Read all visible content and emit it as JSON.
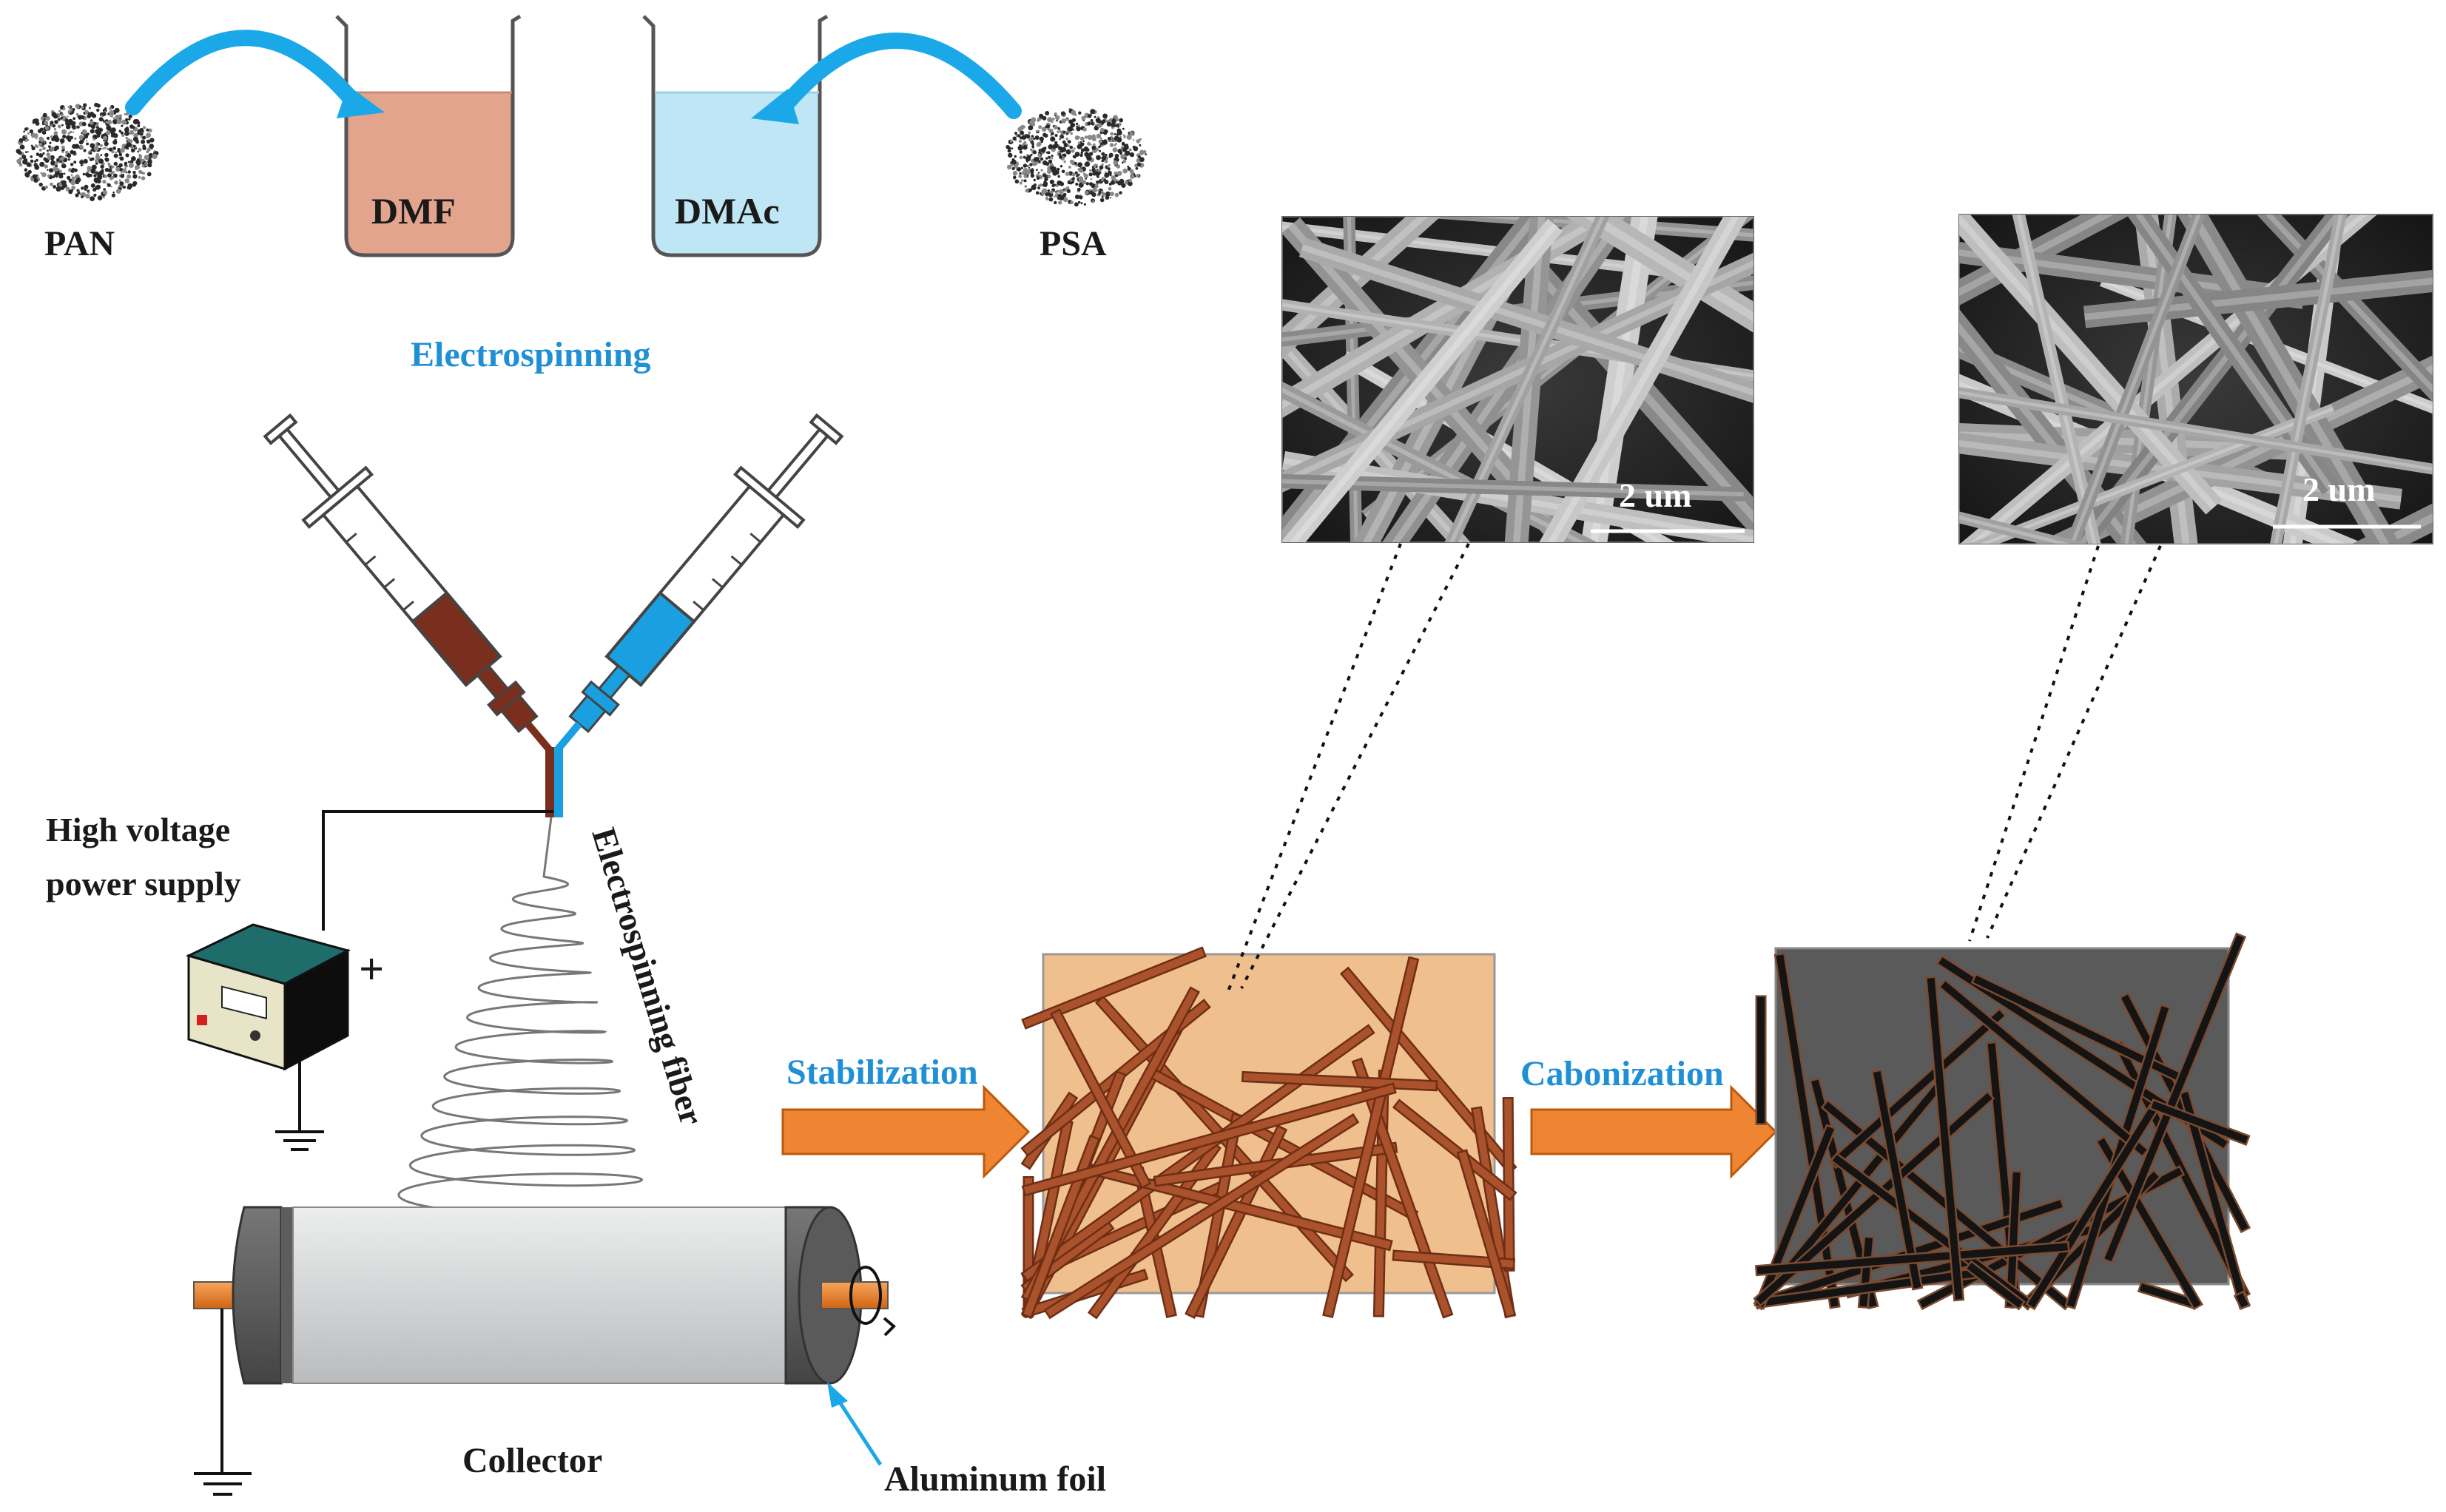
{
  "labels": {
    "pan": "PAN",
    "dmf": "DMF",
    "dmac": "DMAc",
    "psa": "PSA",
    "electrospinning": "Electrospinning",
    "power_supply_line1": "High  voltage",
    "power_supply_line2": "power  supply",
    "plus": "+",
    "electrospinning_fiber": "Electrospinning fiber",
    "collector": "Collector",
    "aluminum_foil": "Aluminum foil",
    "stabilization": "Stabilization",
    "cabonization": "Cabonization",
    "sem_scale_1": "2 um",
    "sem_scale_2": "2 um"
  },
  "colors": {
    "label_blue": "#1f8fd6",
    "arrow_blue": "#1aa8e8",
    "dmf_solution": "#e2a48c",
    "dmac_solution": "#bfe6f4",
    "syringe_brown": "#7a2e1e",
    "syringe_blue": "#1aa0e0",
    "stabilized_mat": "#efbf8e",
    "stabilized_fiber": "#a9522c",
    "carbon_mat": "#5a5a5a",
    "carbon_fiber": "#141414",
    "process_arrow": "#ef8532",
    "collector_body": "#d5d7d8",
    "collector_end": "#5d5d5d",
    "collector_axle": "#ee7b22",
    "power_supply_teal": "#1e6d6a"
  },
  "icons": {
    "powder": "powder-pile-icon",
    "beaker": "beaker-icon",
    "syringe": "syringe-icon",
    "power_supply": "power-supply-icon",
    "ground": "ground-symbol-icon",
    "rotation": "rotation-arrow-icon"
  }
}
